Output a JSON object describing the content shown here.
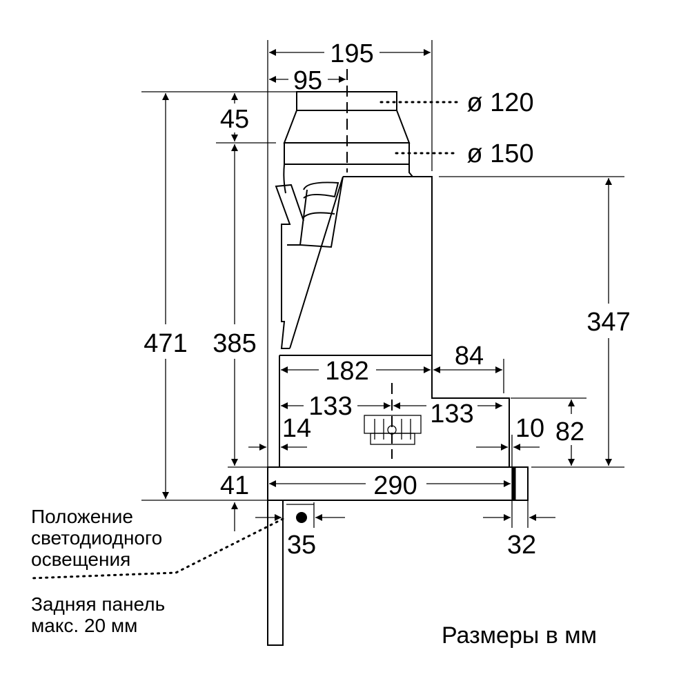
{
  "dimensions": {
    "d195": "195",
    "d95": "95",
    "d45": "45",
    "d471": "471",
    "d385": "385",
    "d41": "41",
    "d347": "347",
    "d182": "182",
    "d84": "84",
    "d133_left": "133",
    "d133_right": "133",
    "d14": "14",
    "d10": "10",
    "d82": "82",
    "d290": "290",
    "d35": "35",
    "d32": "32",
    "dia120": "ø 120",
    "dia150": "ø 150"
  },
  "labels": {
    "led_line1": "Положение",
    "led_line2": "светодиодного",
    "led_line3": "освещения",
    "panel_line1": "Задняя панель",
    "panel_line2": "макс. 20 мм",
    "units": "Размеры в мм"
  }
}
